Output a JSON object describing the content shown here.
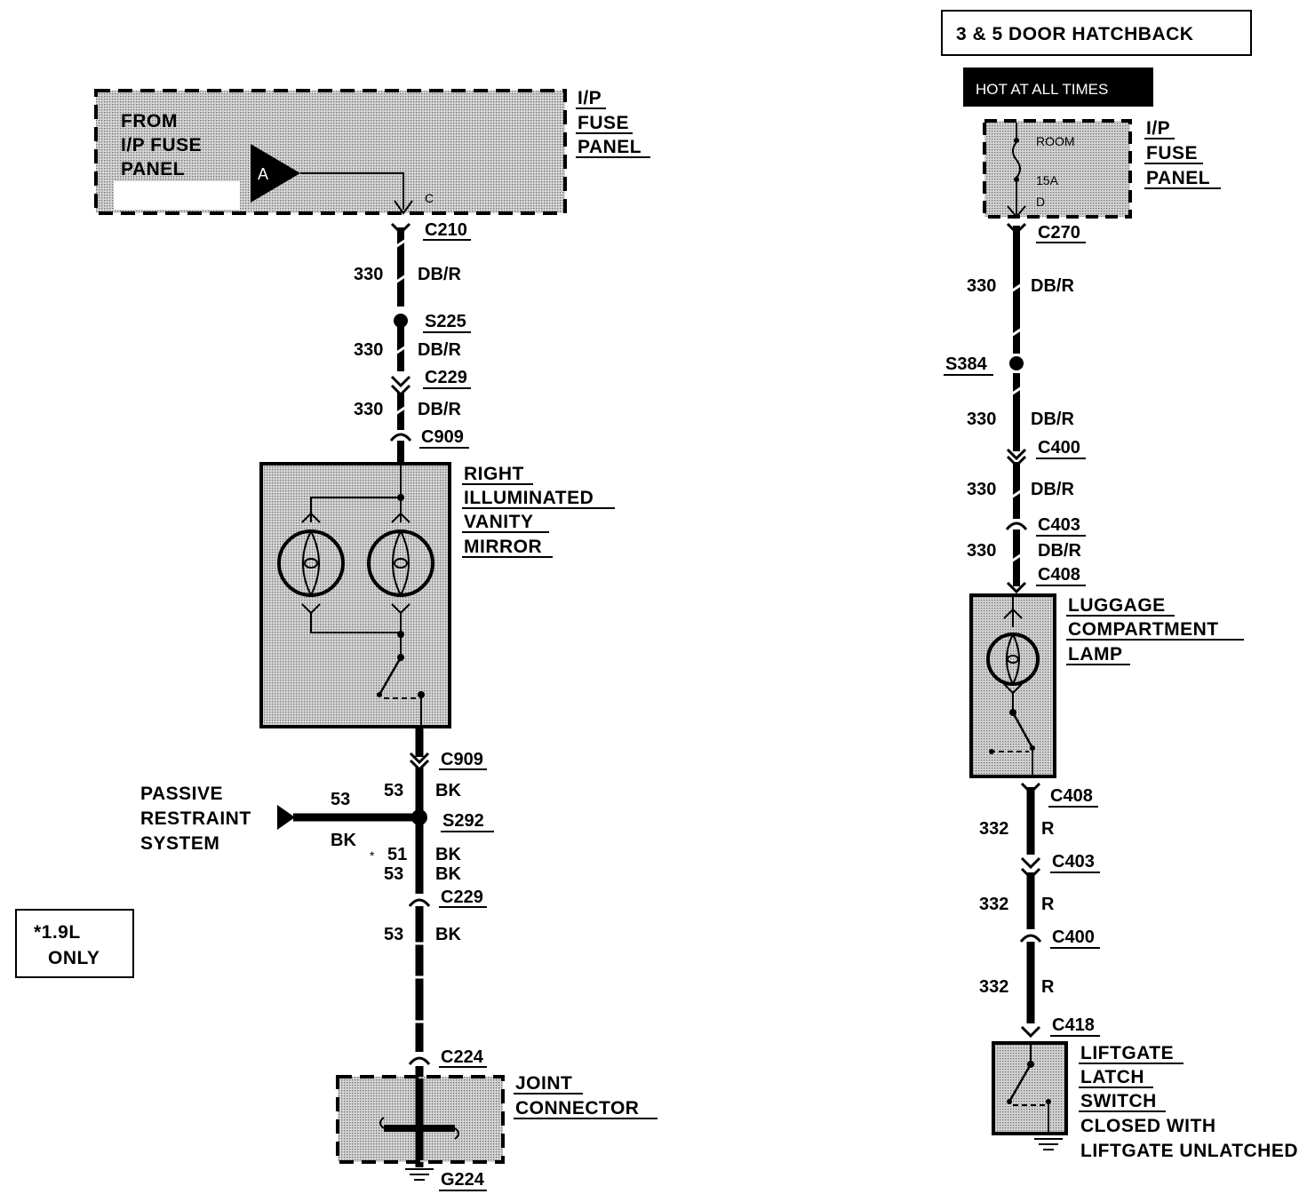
{
  "left": {
    "fuse_panel": {
      "from_lines": [
        "FROM",
        "I/P FUSE",
        "PANEL"
      ],
      "fuse_label": "A",
      "pin": "C",
      "name": [
        "I/P",
        "FUSE",
        "PANEL"
      ]
    },
    "connectors": {
      "c210": "C210",
      "s225": "S225",
      "c229_top": "C229",
      "c909_top": "C909",
      "c909_bottom": "C909",
      "s292": "S292",
      "c229_bottom": "C229",
      "c224": "C224",
      "g224": "G224"
    },
    "wires": {
      "w1_num": "330",
      "w1_color": "DB/R",
      "w2_num": "330",
      "w2_color": "DB/R",
      "w3_num": "330",
      "w3_color": "DB/R",
      "w4_num": "53",
      "w4_color": "BK",
      "branch_num": "53",
      "branch_color": "BK",
      "w5_star": "*",
      "w5_num_a": "51",
      "w5_color_a": "BK",
      "w5_num_b": "53",
      "w5_color_b": "BK",
      "w6_num": "53",
      "w6_color": "BK"
    },
    "vanity_mirror": [
      "RIGHT",
      "ILLUMINATED",
      "VANITY",
      "MIRROR"
    ],
    "passive_restraint": [
      "PASSIVE",
      "RESTRAINT",
      "SYSTEM"
    ],
    "joint_connector": [
      "JOINT",
      "CONNECTOR"
    ],
    "note": [
      "*1.9L",
      "ONLY"
    ]
  },
  "right": {
    "header": "3 & 5 DOOR HATCHBACK",
    "hot_at_all_times": "HOT AT ALL TIMES",
    "fuse_panel": {
      "fuse_name": "ROOM",
      "fuse_rating": "15A",
      "pin": "D",
      "name": [
        "I/P",
        "FUSE",
        "PANEL"
      ]
    },
    "connectors": {
      "c270": "C270",
      "s384": "S384",
      "c400_top": "C400",
      "c403_top": "C403",
      "c408_top": "C408",
      "c408_bottom": "C408",
      "c403_bottom": "C403",
      "c400_bottom": "C400",
      "c418": "C418"
    },
    "wires": {
      "w1_num": "330",
      "w1_color": "DB/R",
      "w2_num": "330",
      "w2_color": "DB/R",
      "w3_num": "330",
      "w3_color": "DB/R",
      "w4_num": "330",
      "w4_color": "DB/R",
      "w5_num": "332",
      "w5_color": "R",
      "w6_num": "332",
      "w6_color": "R",
      "w7_num": "332",
      "w7_color": "R"
    },
    "luggage_lamp": [
      "LUGGAGE",
      "COMPARTMENT",
      "LAMP"
    ],
    "liftgate_switch": [
      "LIFTGATE",
      "LATCH",
      "SWITCH"
    ],
    "liftgate_note": [
      "CLOSED WITH",
      "LIFTGATE UNLATCHED"
    ]
  }
}
